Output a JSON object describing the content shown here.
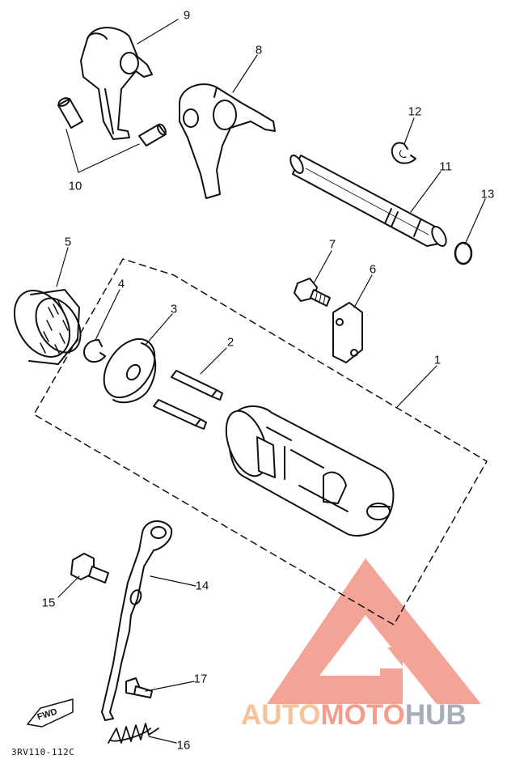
{
  "callouts": {
    "c1": "1",
    "c2": "2",
    "c3": "3",
    "c4": "4",
    "c5": "5",
    "c6": "6",
    "c7": "7",
    "c8": "8",
    "c9": "9",
    "c10": "10",
    "c11": "11",
    "c12": "12",
    "c13": "13",
    "c14": "14",
    "c15": "15",
    "c16": "16",
    "c17": "17"
  },
  "fwd_label": "FWD",
  "diagram_code": "3RV110-112C",
  "watermark": {
    "part1": "AUTO",
    "part2": "MOTO",
    "part3": "HUB"
  },
  "colors": {
    "watermark_orange": "#f6c29a",
    "watermark_red": "#f49d8f",
    "watermark_gray": "#a6aebb",
    "line": "#111111"
  }
}
